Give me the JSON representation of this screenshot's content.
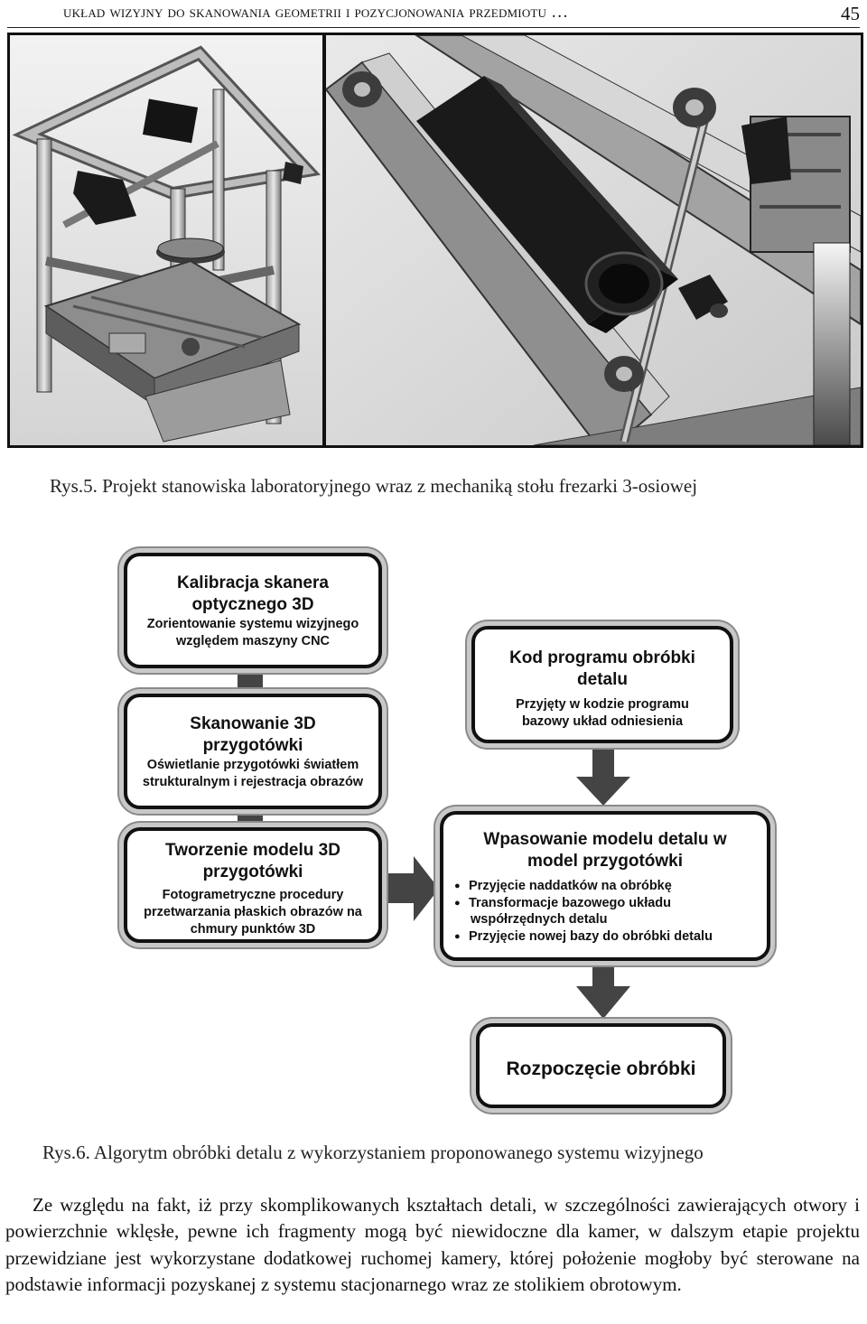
{
  "header": {
    "title": "Układ wizyjny do skanowania geometrii i pozycjonowania przedmiotu …",
    "page_number": "45"
  },
  "figure5": {
    "caption": "Rys.5. Projekt stanowiska laboratoryjnego wraz z mechaniką stołu frezarki 3-osiowej"
  },
  "figure6": {
    "caption": "Rys.6. Algorytm obróbki detalu z wykorzystaniem proponowanego systemu wizyjnego",
    "boxes": {
      "calibration": {
        "title_line1": "Kalibracja skanera",
        "title_line2": "optycznego 3D",
        "desc_line1": "Zorientowanie systemu  wizyjnego",
        "desc_line2": "względem maszyny CNC"
      },
      "scanning": {
        "title_line1": "Skanowanie 3D",
        "title_line2": "przygotówki",
        "desc_line1": "Oświetlanie przygotówki światłem",
        "desc_line2": "strukturalnym i rejestracja obrazów"
      },
      "modeling": {
        "title_line1": "Tworzenie modelu 3D",
        "title_line2": "przygotówki",
        "desc_line1": "Fotogrametryczne procedury",
        "desc_line2": "przetwarzania płaskich obrazów na",
        "desc_line3": "chmury punktów 3D"
      },
      "program_code": {
        "title_line1": "Kod programu obróbki",
        "title_line2": "detalu",
        "desc_line1": "Przyjęty w kodzie programu",
        "desc_line2": "bazowy układ odniesienia"
      },
      "fitting": {
        "title_line1": "Wpasowanie modelu detalu w",
        "title_line2": "model przygotówki",
        "item1": "Przyjęcie naddatków na obróbkę",
        "item2": "Transformacje bazowego układu",
        "item2_cont": "współrzędnych detalu",
        "item3": "Przyjęcie nowej  bazy do obróbki detalu"
      },
      "start": {
        "title": "Rozpoczęcie obróbki"
      }
    }
  },
  "body": {
    "paragraph": "Ze względu na fakt, iż przy skomplikowanych kształtach detali, w szczególności zawierających otwory i powierzchnie wklęsłe, pewne ich fragmenty mogą być niewidoczne dla kamer, w dalszym etapie projektu przewidziane jest wykorzystane dodatkowej ruchomej kamery, której położenie mogłoby być sterowane na podstawie informacji pozyskanej z systemu stacjonarnego wraz ze stolikiem obrotowym."
  }
}
